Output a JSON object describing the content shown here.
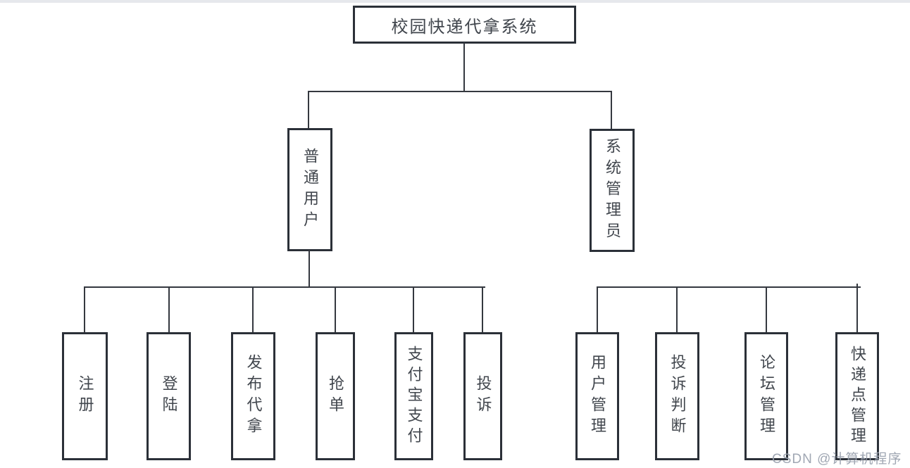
{
  "diagram": {
    "title": "校园快递代拿系统",
    "branches": [
      {
        "label": "普通用户",
        "children": [
          "注册",
          "登陆",
          "发布代拿",
          "抢单",
          "支付宝支付",
          "投诉"
        ]
      },
      {
        "label": "系统管理员",
        "children": [
          "用户管理",
          "投诉判断",
          "论坛管理",
          "快递点管理"
        ]
      }
    ]
  },
  "watermark": "CSDN @计算机程序",
  "colors": {
    "box_border": "#2b3038",
    "connector_line": "#34383f",
    "text": "#41464d",
    "watermark": "#98a0ac",
    "top_bar": "#e6e8ec"
  }
}
